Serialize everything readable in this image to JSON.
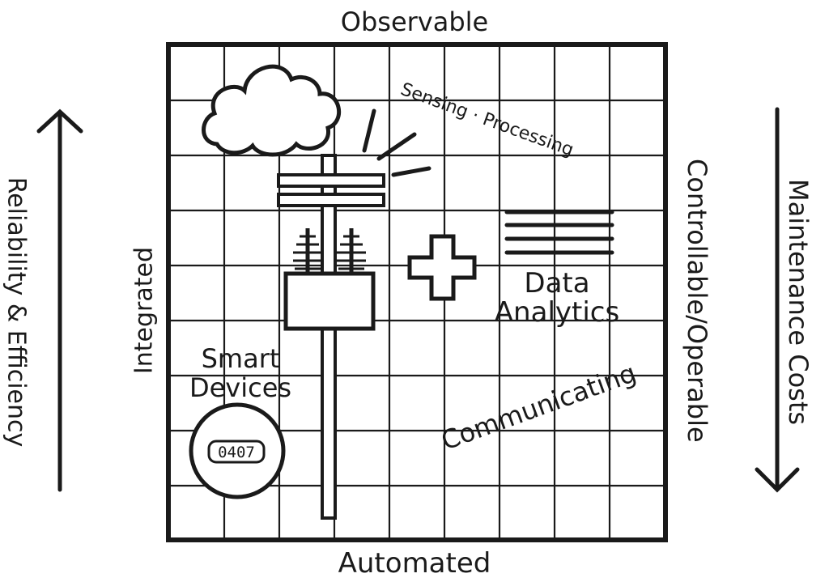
{
  "labels": {
    "top": "Observable",
    "bottom": "Automated",
    "left_arrow": "Reliability & Efficiency",
    "left_axis": "Integrated",
    "right_axis": "Controllable/Operable",
    "right_arrow": "Maintenance Costs",
    "sensing": "Sensing · Processing",
    "smart_devices": "Smart Devices",
    "data_analytics": "Data Analytics",
    "communicating": "Communicating",
    "meter_reading": "0407"
  },
  "icons": [
    "cloud-icon",
    "utility-pole-icon",
    "plus-icon",
    "data-lines-icon",
    "smart-meter-icon",
    "arrow-up-icon",
    "arrow-down-icon"
  ],
  "colors": {
    "ink": "#1a1a1a",
    "background": "#ffffff"
  }
}
